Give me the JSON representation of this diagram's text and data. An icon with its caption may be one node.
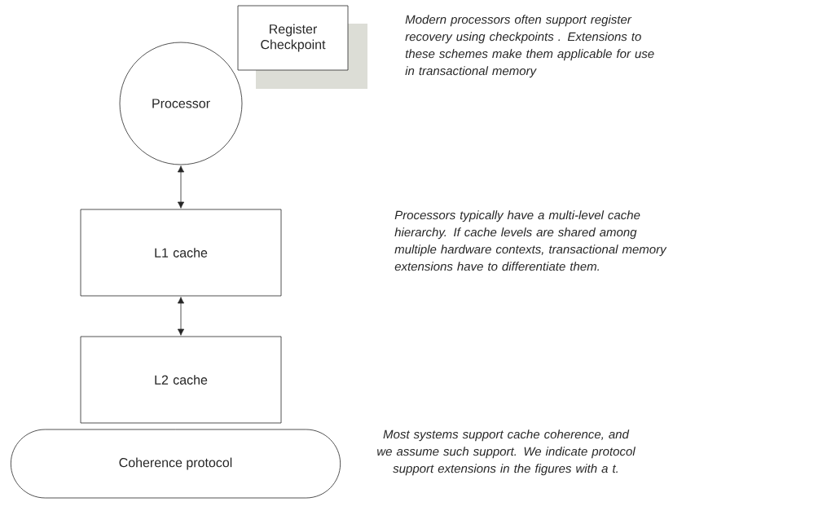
{
  "diagram": {
    "nodes": [
      {
        "text": [
          "Processor"
        ]
      },
      {
        "text": [
          "Register Checkpoint"
        ]
      },
      {
        "text": [
          "L1 cache"
        ]
      },
      {
        "text": [
          "L2 cache"
        ]
      },
      {
        "text": [
          "Coherence protocol"
        ]
      }
    ],
    "edges": [
      {
        "from": 0,
        "to": 2,
        "arrow": "both"
      },
      {
        "from": 2,
        "to": 3,
        "arrow": "both"
      }
    ],
    "labels": [
      "Modern processors often support register recovery using checkpoints . Extensions to these schemes make them applicable for use in transactional memory",
      "Processors typically have a multi-level cache hierarchy. If cache levels are shared among multiple hardware contexts, transactional memory extensions have to differentiate them.",
      "Most systems support cache coherence, and we assume such support. We indicate protocol support extensions in the figures with a t."
    ]
  }
}
